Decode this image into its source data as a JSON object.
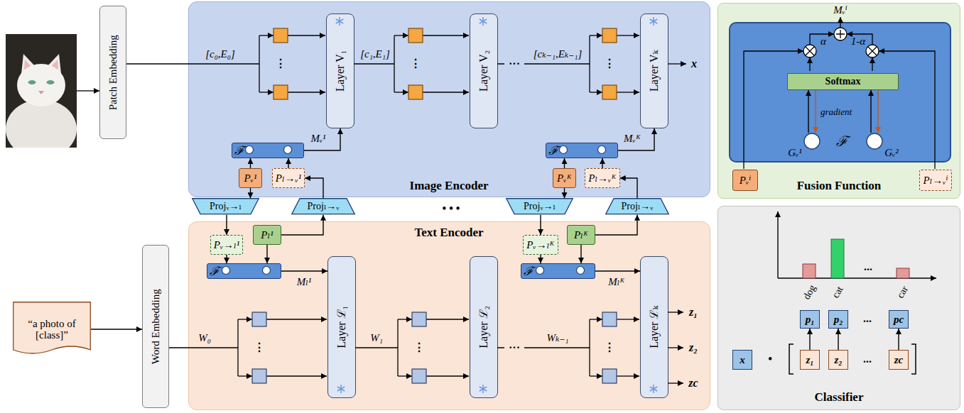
{
  "diagram": {
    "nodes": [
      {
        "text": [
          "Patch Embedding"
        ]
      },
      {
        "text": [
          "Image Encoder"
        ]
      },
      {
        "text": [
          "Layer V₁"
        ],
        "in": 1
      },
      {
        "text": [
          "Layer V₂"
        ],
        "in": 1
      },
      {
        "text": [
          "Layer Vₖ"
        ],
        "in": 1
      },
      {
        "text": [
          "ℱ"
        ],
        "in": 1
      },
      {
        "text": [
          "Pᵥ¹"
        ],
        "in": 1
      },
      {
        "text": [
          "Pₗ→ᵥ¹"
        ],
        "in": 1
      },
      {
        "text": [
          "ℱ"
        ],
        "in": 1
      },
      {
        "text": [
          "Pᵥᴷ"
        ],
        "in": 1
      },
      {
        "text": [
          "Pₗ→ᵥᴷ"
        ],
        "in": 1
      },
      {
        "text": [
          "Projᵥ→ₗ"
        ]
      },
      {
        "text": [
          "Projₗ→ᵥ"
        ]
      },
      {
        "text": [
          "Projᵥ→ₗ"
        ]
      },
      {
        "text": [
          "Projₗ→ᵥ"
        ]
      },
      {
        "text": [
          "Text Encoder"
        ]
      },
      {
        "text": [
          "Pᵥ→ₗ¹"
        ],
        "in": 15
      },
      {
        "text": [
          "Pₗ¹"
        ],
        "in": 15
      },
      {
        "text": [
          "ℱ"
        ],
        "in": 15
      },
      {
        "text": [
          "Pᵥ→ₗᴷ"
        ],
        "in": 15
      },
      {
        "text": [
          "Pₗᴷ"
        ],
        "in": 15
      },
      {
        "text": [
          "ℱ"
        ],
        "in": 15
      },
      {
        "text": [
          "Layer ℒ₁"
        ],
        "in": 15
      },
      {
        "text": [
          "Layer ℒ₂"
        ],
        "in": 15
      },
      {
        "text": [
          "Layer ℒₖ"
        ],
        "in": 15
      },
      {
        "text": [
          "Word Embedding"
        ]
      },
      {
        "text": [
          "“a photo of [class]”"
        ]
      },
      {
        "text": [
          "Fusion Function"
        ]
      },
      {
        "text": [
          "ℱ"
        ],
        "in": 27
      },
      {
        "text": [
          "Softmax"
        ],
        "in": 28
      },
      {
        "text": [
          "Gᵥ¹"
        ],
        "in": 28
      },
      {
        "text": [
          "Gᵥ²"
        ],
        "in": 28
      },
      {
        "text": [
          "Pᵥⁱ"
        ],
        "in": 27
      },
      {
        "text": [
          "Pₗ→ᵥⁱ"
        ],
        "in": 27
      },
      {
        "text": [
          "Classifier"
        ]
      },
      {
        "text": [
          "x"
        ],
        "in": 34
      },
      {
        "text": [
          "z₁"
        ],
        "in": 34
      },
      {
        "text": [
          "z₂"
        ],
        "in": 34
      },
      {
        "text": [
          "zc"
        ],
        "in": 34
      },
      {
        "text": [
          "p₁"
        ],
        "in": 34
      },
      {
        "text": [
          "p₂"
        ],
        "in": 34
      },
      {
        "text": [
          "pc"
        ],
        "in": 34
      }
    ],
    "edges": [
      {
        "from": 5,
        "to": 2,
        "arrow": "to",
        "label": "Mᵥ¹"
      },
      {
        "from": 6,
        "to": 5,
        "arrow": "to"
      },
      {
        "from": 7,
        "to": 5,
        "arrow": "to"
      },
      {
        "from": 6,
        "to": 11,
        "arrow": "to"
      },
      {
        "from": 11,
        "to": 16,
        "arrow": "to"
      },
      {
        "from": 17,
        "to": 12,
        "arrow": "to"
      },
      {
        "from": 12,
        "to": 7,
        "arrow": "to"
      },
      {
        "from": 16,
        "to": 18,
        "arrow": "to"
      },
      {
        "from": 17,
        "to": 18,
        "arrow": "to"
      },
      {
        "from": 18,
        "to": 22,
        "arrow": "to",
        "label": "Mₗ¹"
      },
      {
        "from": 8,
        "to": 4,
        "arrow": "to",
        "label": "Mᵥᴷ"
      },
      {
        "from": 9,
        "to": 8,
        "arrow": "to"
      },
      {
        "from": 10,
        "to": 8,
        "arrow": "to"
      },
      {
        "from": 9,
        "to": 13,
        "arrow": "to"
      },
      {
        "from": 13,
        "to": 19,
        "arrow": "to"
      },
      {
        "from": 20,
        "to": 14,
        "arrow": "to"
      },
      {
        "from": 14,
        "to": 10,
        "arrow": "to"
      },
      {
        "from": 19,
        "to": 21,
        "arrow": "to"
      },
      {
        "from": 20,
        "to": 21,
        "arrow": "to"
      },
      {
        "from": 21,
        "to": 24,
        "arrow": "to",
        "label": "Mₗᴷ"
      },
      {
        "from": 26,
        "to": 25,
        "arrow": "to"
      },
      {
        "from": 30,
        "to": 29,
        "arrow": "to"
      },
      {
        "from": 29,
        "to": 30,
        "arrow": "to",
        "label": "gradient"
      },
      {
        "from": 31,
        "to": 29,
        "arrow": "to"
      },
      {
        "from": 29,
        "to": 31,
        "arrow": "to"
      },
      {
        "from": 36,
        "to": 39,
        "arrow": "to"
      },
      {
        "from": 37,
        "to": 40,
        "arrow": "to"
      },
      {
        "from": 38,
        "to": 41,
        "arrow": "to"
      }
    ],
    "labels": [
      "[c₀,E₀]",
      "⋮",
      "[c₁,E₁]",
      "⋮",
      "···",
      "[cₖ₋₁,Eₖ₋₁]",
      "⋮",
      "x",
      "• • •",
      "W₀",
      "⋮",
      "W₁",
      "⋮",
      "···",
      "Wₖ₋₁",
      "⋮",
      "z₁",
      "z₂",
      "zc",
      "Mᵥⁱ",
      "α",
      "1-α",
      "dog",
      "cat",
      "...",
      "car",
      "...",
      "•",
      "..."
    ]
  }
}
